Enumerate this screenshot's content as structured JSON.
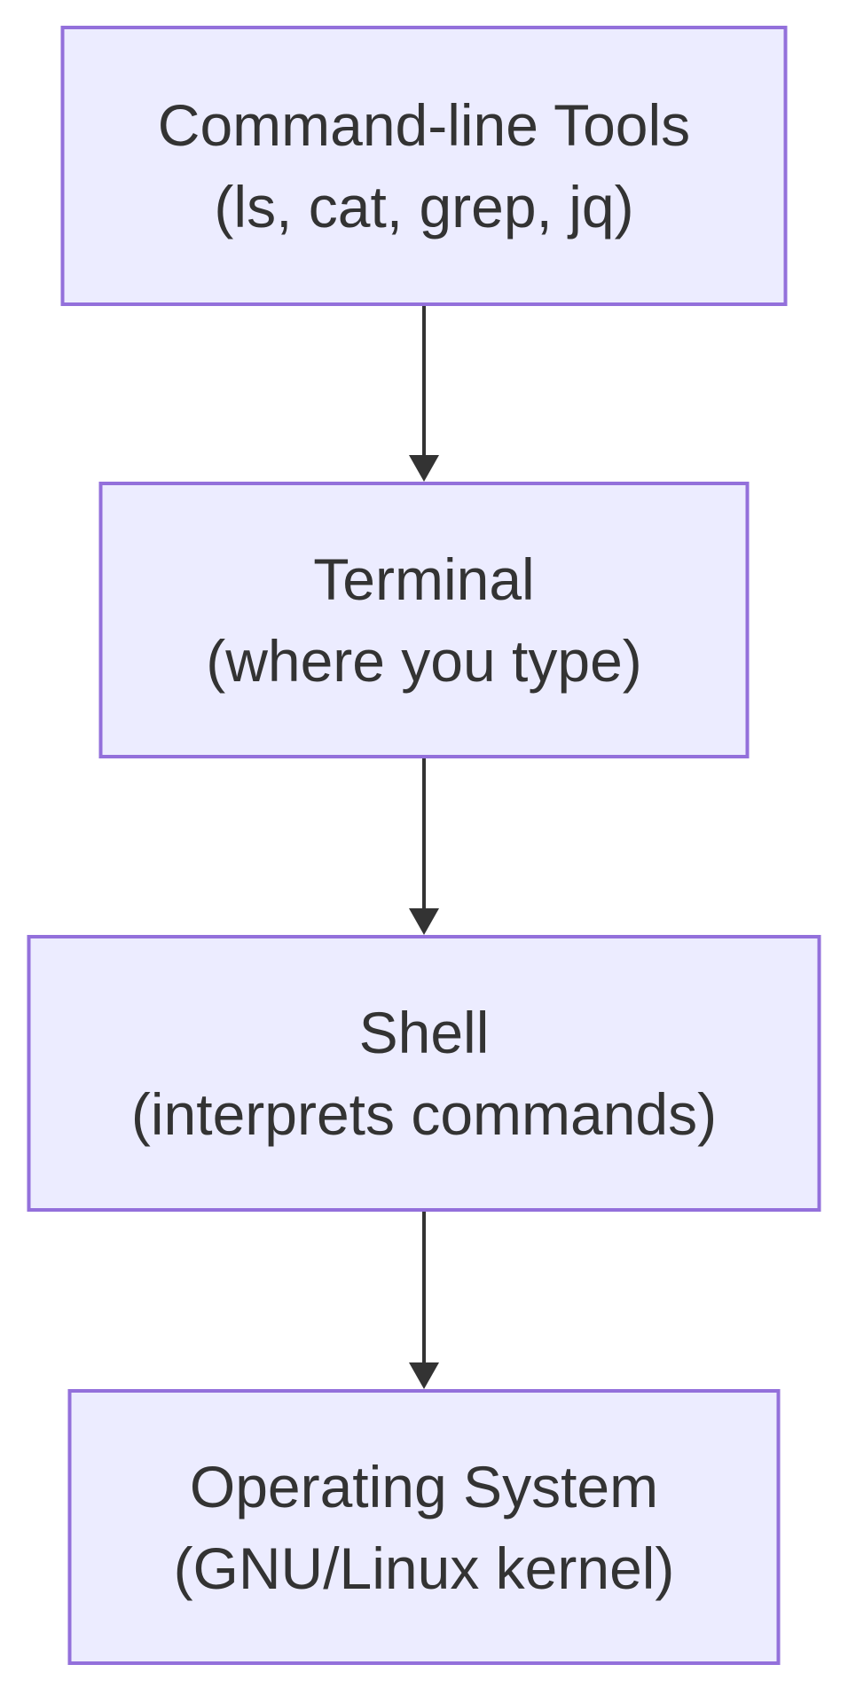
{
  "diagram": {
    "type": "flowchart",
    "direction": "top-down",
    "colors": {
      "background": "#ffffff",
      "node_fill": "#ECECFF",
      "node_border": "#9370DB",
      "text_color": "#333333",
      "arrow_color": "#333333"
    },
    "nodes": [
      {
        "title": "Command-line Tools",
        "subtitle": "(ls, cat, grep, jq)"
      },
      {
        "title": "Terminal",
        "subtitle": "(where you type)"
      },
      {
        "title": "Shell",
        "subtitle": "(interprets commands)"
      },
      {
        "title": "Operating System",
        "subtitle": "(GNU/Linux kernel)"
      }
    ],
    "edges": [
      {
        "from": "Command-line Tools",
        "to": "Terminal",
        "arrow": "down"
      },
      {
        "from": "Terminal",
        "to": "Shell",
        "arrow": "down"
      },
      {
        "from": "Shell",
        "to": "Operating System",
        "arrow": "down"
      }
    ]
  }
}
